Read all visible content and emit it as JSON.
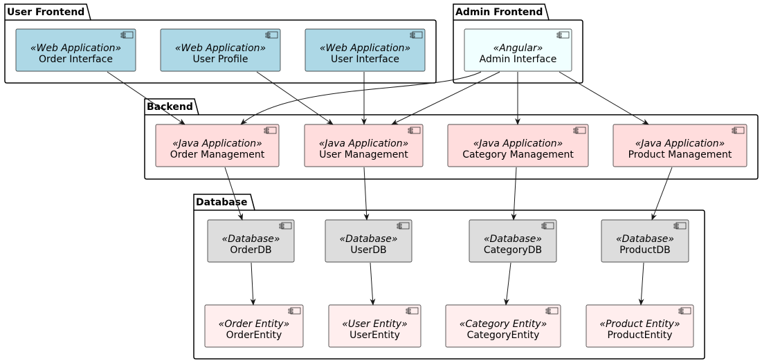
{
  "colors": {
    "web_app": "#ADD8E6",
    "angular": "#F0FFFF",
    "java": "#FFDDDD",
    "database": "#DDDDDD",
    "entity": "#FFEEEE",
    "line": "#181818"
  },
  "packages": [
    {
      "id": "user-frontend",
      "title": "User Frontend"
    },
    {
      "id": "admin-frontend",
      "title": "Admin Frontend"
    },
    {
      "id": "backend",
      "title": "Backend"
    },
    {
      "id": "database",
      "title": "Database"
    }
  ],
  "components": [
    {
      "id": "order-interface",
      "stereotype": "«Web Application»",
      "name": "Order Interface",
      "kind": "web_app"
    },
    {
      "id": "user-profile",
      "stereotype": "«Web Application»",
      "name": "User Profile",
      "kind": "web_app"
    },
    {
      "id": "user-interface",
      "stereotype": "«Web Application»",
      "name": "User Interface",
      "kind": "web_app"
    },
    {
      "id": "admin-interface",
      "stereotype": "«Angular»",
      "name": "Admin Interface",
      "kind": "angular"
    },
    {
      "id": "order-management",
      "stereotype": "«Java Application»",
      "name": "Order Management",
      "kind": "java"
    },
    {
      "id": "user-management",
      "stereotype": "«Java Application»",
      "name": "User Management",
      "kind": "java"
    },
    {
      "id": "category-management",
      "stereotype": "«Java Application»",
      "name": "Category Management",
      "kind": "java"
    },
    {
      "id": "product-management",
      "stereotype": "«Java Application»",
      "name": "Product Management",
      "kind": "java"
    },
    {
      "id": "order-db",
      "stereotype": "«Database»",
      "name": "OrderDB",
      "kind": "database"
    },
    {
      "id": "user-db",
      "stereotype": "«Database»",
      "name": "UserDB",
      "kind": "database"
    },
    {
      "id": "category-db",
      "stereotype": "«Database»",
      "name": "CategoryDB",
      "kind": "database"
    },
    {
      "id": "product-db",
      "stereotype": "«Database»",
      "name": "ProductDB",
      "kind": "database"
    },
    {
      "id": "order-entity",
      "stereotype": "«Order Entity»",
      "name": "OrderEntity",
      "kind": "entity"
    },
    {
      "id": "user-entity",
      "stereotype": "«User Entity»",
      "name": "UserEntity",
      "kind": "entity"
    },
    {
      "id": "category-entity",
      "stereotype": "«Category Entity»",
      "name": "CategoryEntity",
      "kind": "entity"
    },
    {
      "id": "product-entity",
      "stereotype": "«Product Entity»",
      "name": "ProductEntity",
      "kind": "entity"
    }
  ],
  "connections": [
    {
      "from": "order-interface",
      "to": "order-management"
    },
    {
      "from": "user-profile",
      "to": "user-management"
    },
    {
      "from": "user-interface",
      "to": "user-management"
    },
    {
      "from": "admin-interface",
      "to": "order-management"
    },
    {
      "from": "admin-interface",
      "to": "user-management"
    },
    {
      "from": "admin-interface",
      "to": "category-management"
    },
    {
      "from": "admin-interface",
      "to": "product-management"
    },
    {
      "from": "order-management",
      "to": "order-db"
    },
    {
      "from": "user-management",
      "to": "user-db"
    },
    {
      "from": "category-management",
      "to": "category-db"
    },
    {
      "from": "product-management",
      "to": "product-db"
    },
    {
      "from": "order-db",
      "to": "order-entity"
    },
    {
      "from": "user-db",
      "to": "user-entity"
    },
    {
      "from": "category-db",
      "to": "category-entity"
    },
    {
      "from": "product-db",
      "to": "product-entity"
    }
  ]
}
